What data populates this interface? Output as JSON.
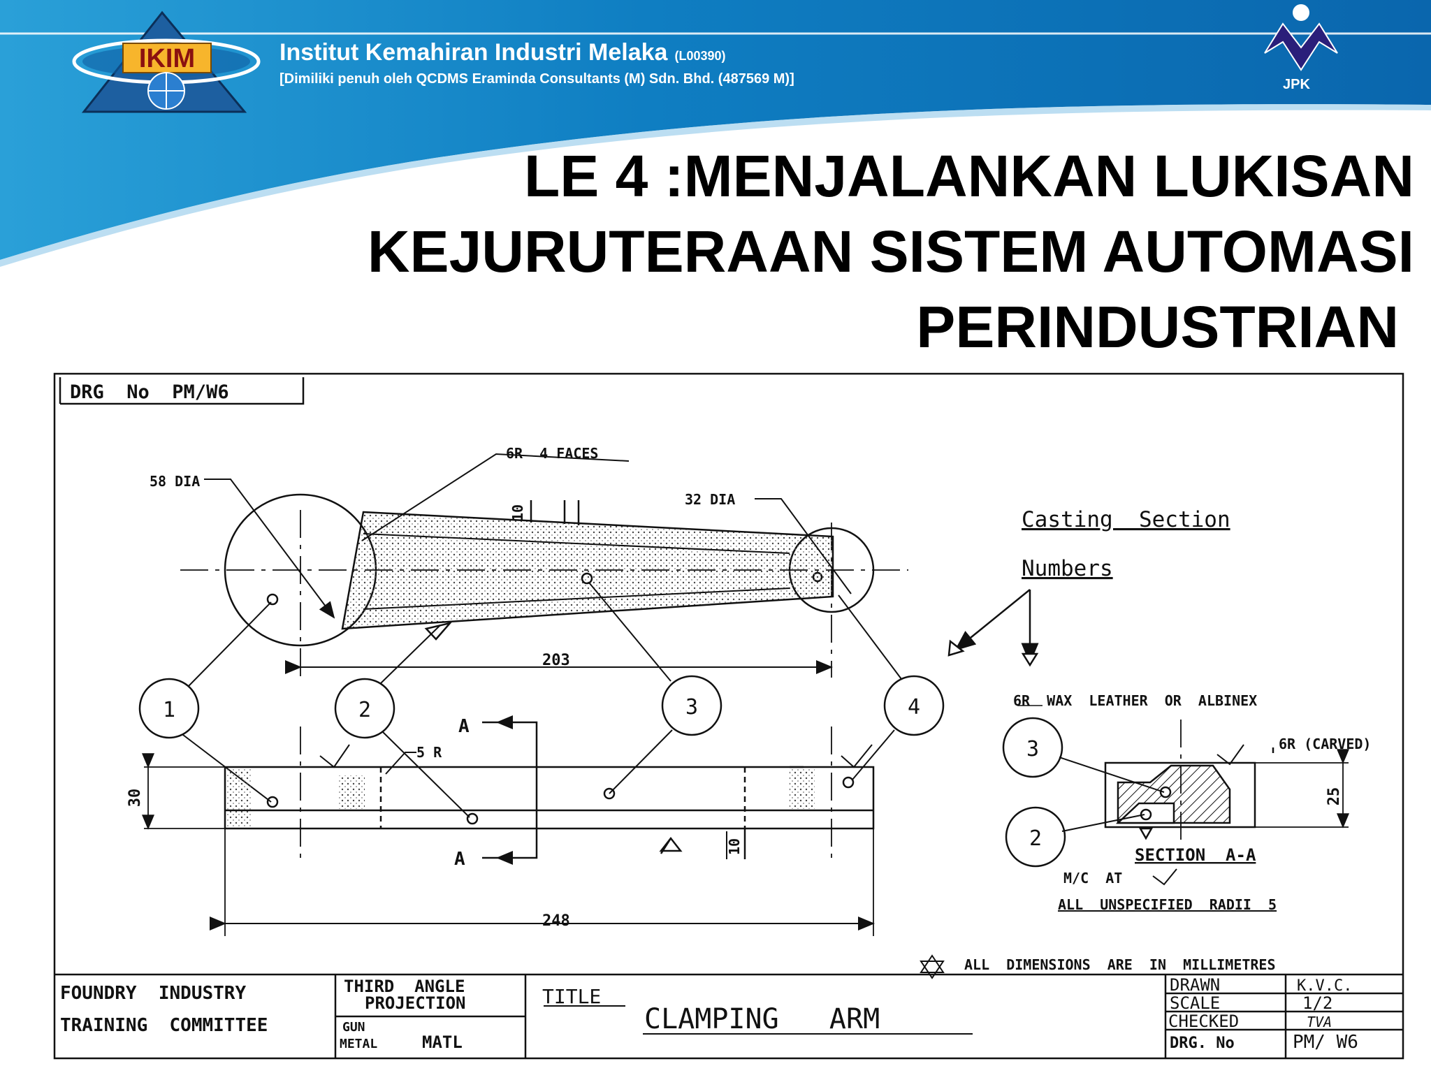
{
  "header": {
    "logo_text": "IKIM",
    "org_name": "Institut Kemahiran Industri Melaka",
    "org_code": "(L00390)",
    "org_sub": "[Dimiliki penuh oleh QCDMS Eraminda Consultants (M) Sdn. Bhd. (487569 M)]",
    "right_logo_label": "JPK"
  },
  "title": {
    "line1": "LE 4 :MENJALANKAN LUKISAN",
    "line2": "KEJURUTERAAN SISTEM AUTOMASI",
    "line3": "PERINDUSTRIAN"
  },
  "drawing": {
    "drg_no_box": "DRG  No  PM/W6",
    "faces_note": "6R  4 FACES",
    "dia_58": "58 DIA",
    "dia_32": "32 DIA",
    "dim_203": "203",
    "dim_248": "248",
    "dim_30": "30",
    "dim_25": "25",
    "dim_10a": "10",
    "dim_10b": "10",
    "radius_5r": "5 R",
    "section_a_top": "A",
    "section_a_bottom": "A",
    "balloons": [
      "1",
      "2",
      "3",
      "4"
    ],
    "section_balloons": [
      "3",
      "2"
    ],
    "casting_line1": "Casting  Section",
    "casting_line2": "Numbers",
    "wax_note": "6R  WAX  LEATHER  OR  ALBINEX",
    "carved_note": "6R (CARVED)",
    "section_label": "SECTION  A-A",
    "mc_at": "M/C  AT",
    "radii_note": "ALL  UNSPECIFIED  RADII  5",
    "dims_note": "ALL  DIMENSIONS  ARE  IN  MILLIMETRES"
  },
  "title_block": {
    "org_line1": "FOUNDRY  INDUSTRY",
    "org_line2": "TRAINING  COMMITTEE",
    "projection_line1": "THIRD  ANGLE",
    "projection_line2": "PROJECTION",
    "material_line1": "GUN",
    "material_line2": "METAL",
    "material_label": "MATL",
    "title_label": "TITLE",
    "part_name": "CLAMPING   ARM",
    "drawn_label": "DRAWN",
    "drawn_value": "K.V.C.",
    "scale_label": "SCALE",
    "scale_value": "1/2",
    "checked_label": "CHECKED",
    "checked_value": "TVA",
    "drg_no_label": "DRG. No",
    "drg_no_value": "PM/ W6"
  },
  "colors": {
    "banner_dark": "#0a6fb4",
    "banner_light": "#2fa4dc",
    "ink": "#111111"
  }
}
